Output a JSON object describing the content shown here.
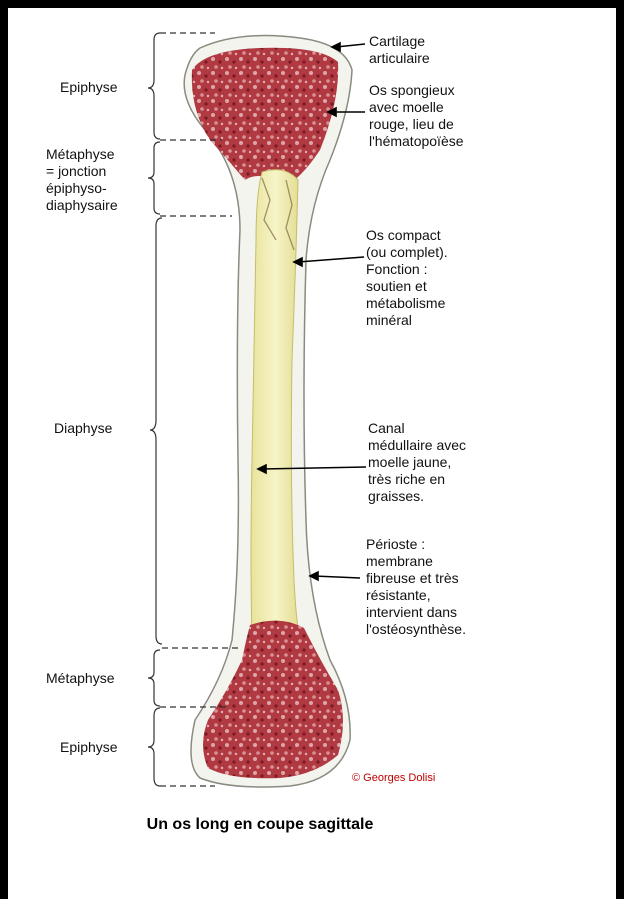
{
  "labels_left": {
    "epiphyse_top": "Epiphyse",
    "metaphyse_top": "Métaphyse\n= jonction\népiphyso-\ndiaphysaire",
    "diaphyse": "Diaphyse",
    "metaphyse_bottom": "Métaphyse",
    "epiphyse_bottom": "Epiphyse"
  },
  "labels_right": {
    "cartilage": "Cartilage\narticulaire",
    "spongieux": "Os spongieux\navec moelle\nrouge, lieu de\nl'hématopoïèse",
    "compact": "Os compact\n(ou complet).\nFonction :\nsoutien et\nmétabolisme\nminéral",
    "canal": "Canal\nmédullaire avec\nmoelle jaune,\ntrès riche  en\ngraisses.",
    "perioste": "Périoste :\nmembrane\nfibreuse et très\nrésistante,\nintervient dans\nl'ostéosynthèse."
  },
  "copyright": "© Georges Dolisi",
  "caption": "Un os long en coupe sagittale",
  "colors": {
    "spongy_bone": "#a8303a",
    "marrow_yellow": "#f2efb0",
    "cortex": "#f4f4ee",
    "copyright": "#c00000"
  }
}
